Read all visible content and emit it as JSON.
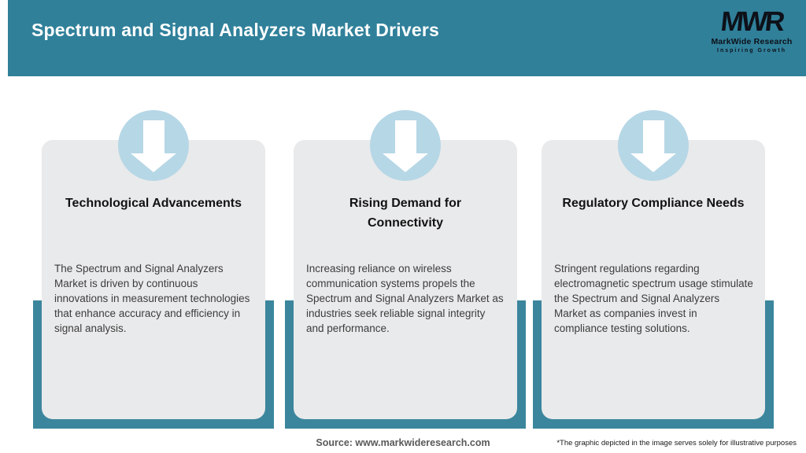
{
  "header": {
    "title": "Spectrum and Signal Analyzers Market Drivers"
  },
  "logo": {
    "mark": "MWR",
    "name": "MarkWide Research",
    "tagline": "Inspiring Growth"
  },
  "cards": [
    {
      "icon": "down-arrow-icon",
      "title": "Technological Advancements",
      "description": "The Spectrum and Signal Analyzers Market is driven by continuous innovations in measurement technologies that enhance accuracy and efficiency in signal analysis."
    },
    {
      "icon": "down-arrow-icon",
      "title": "Rising Demand for\nConnectivity",
      "description": "Increasing reliance on wireless communication systems propels the Spectrum and Signal Analyzers Market as industries seek reliable signal integrity and performance."
    },
    {
      "icon": "down-arrow-icon",
      "title": "Regulatory Compliance Needs",
      "description": "Stringent regulations regarding electromagnetic spectrum usage stimulate the Spectrum and Signal Analyzers Market as companies invest in compliance testing solutions."
    }
  ],
  "footer": {
    "source": "Source: www.markwideresearch.com",
    "disclaimer": "*The graphic depicted in the image serves solely for illustrative purposes"
  },
  "colors": {
    "header_teal": "#30809a",
    "band_teal": "#3b869d",
    "circle_blue": "#b6d7e6",
    "card_gray": "#e9eaeb",
    "title_text": "#121212",
    "body_text": "#3c3c3c",
    "source_text": "#595959"
  }
}
